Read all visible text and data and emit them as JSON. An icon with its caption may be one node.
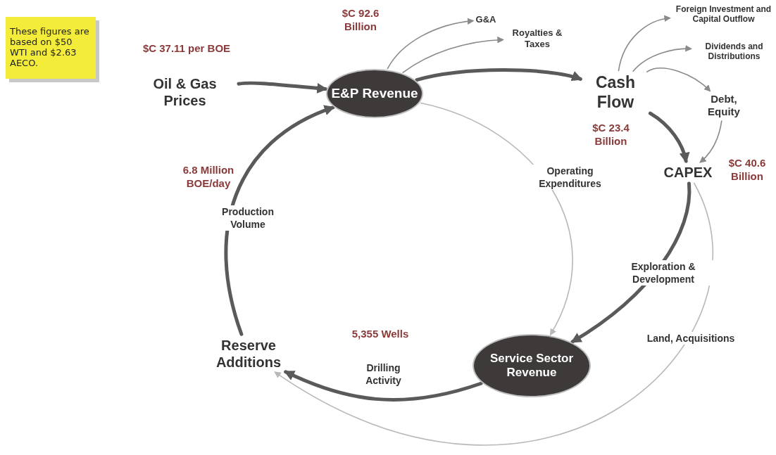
{
  "diagram": {
    "nodes": [
      {
        "text": [
          "These figures are based on $50 WTI and $2.63 AECO."
        ]
      },
      {
        "text": [
          "Oil & Gas Prices"
        ],
        "beside": [
          "$C 37.11 per BOE"
        ]
      },
      {
        "text": [
          "E&P Revenue"
        ],
        "beside": [
          "$C 92.6 Billion"
        ]
      },
      {
        "text": [
          "G&A"
        ]
      },
      {
        "text": [
          "Royalties & Taxes"
        ]
      },
      {
        "text": [
          "Cash Flow"
        ],
        "beside": [
          "$C 23.4 Billion"
        ]
      },
      {
        "text": [
          "Foreign Investment and Capital Outflow"
        ]
      },
      {
        "text": [
          "Dividends and Distributions"
        ]
      },
      {
        "text": [
          "Debt, Equity"
        ]
      },
      {
        "text": [
          "CAPEX"
        ],
        "beside": [
          "$C 40.6 Billion"
        ]
      },
      {
        "text": [
          "Service Sector Revenue"
        ]
      },
      {
        "text": [
          "Reserve Additions"
        ]
      }
    ],
    "edges": [
      {
        "from": 1,
        "to": 2,
        "arrow": "to",
        "style": "thick",
        "color": "#5a5a5a"
      },
      {
        "from": 11,
        "to": 2,
        "arrow": "to",
        "label": "Production Volume",
        "style": "thick",
        "color": "#5a5a5a"
      },
      {
        "from": 2,
        "to": 3,
        "arrow": "to"
      },
      {
        "from": 2,
        "to": 4,
        "arrow": "to"
      },
      {
        "from": 2,
        "to": 5,
        "arrow": "to",
        "style": "thick",
        "color": "#5a5a5a"
      },
      {
        "from": 2,
        "to": 10,
        "arrow": "to",
        "label": "Operating Expenditures",
        "color": "#b8b8b8"
      },
      {
        "from": 5,
        "to": 6,
        "arrow": "to"
      },
      {
        "from": 5,
        "to": 7,
        "arrow": "to"
      },
      {
        "from": 5,
        "to": 8,
        "arrow": "to"
      },
      {
        "from": 5,
        "to": 9,
        "arrow": "to",
        "style": "thick",
        "color": "#5a5a5a"
      },
      {
        "from": 8,
        "to": 9,
        "arrow": "to"
      },
      {
        "from": 9,
        "to": 10,
        "arrow": "to",
        "label": "Exploration & Development",
        "style": "thick",
        "color": "#5a5a5a"
      },
      {
        "from": 9,
        "to": 11,
        "arrow": "to",
        "label": "Land, Acquisitions",
        "color": "#b8b8b8"
      },
      {
        "from": 10,
        "to": 11,
        "arrow": "to",
        "label": "Drilling Activity",
        "style": "thick",
        "color": "#5a5a5a"
      }
    ],
    "labels": [
      "6.8 Million BOE/day",
      "5,355 Wells"
    ]
  }
}
